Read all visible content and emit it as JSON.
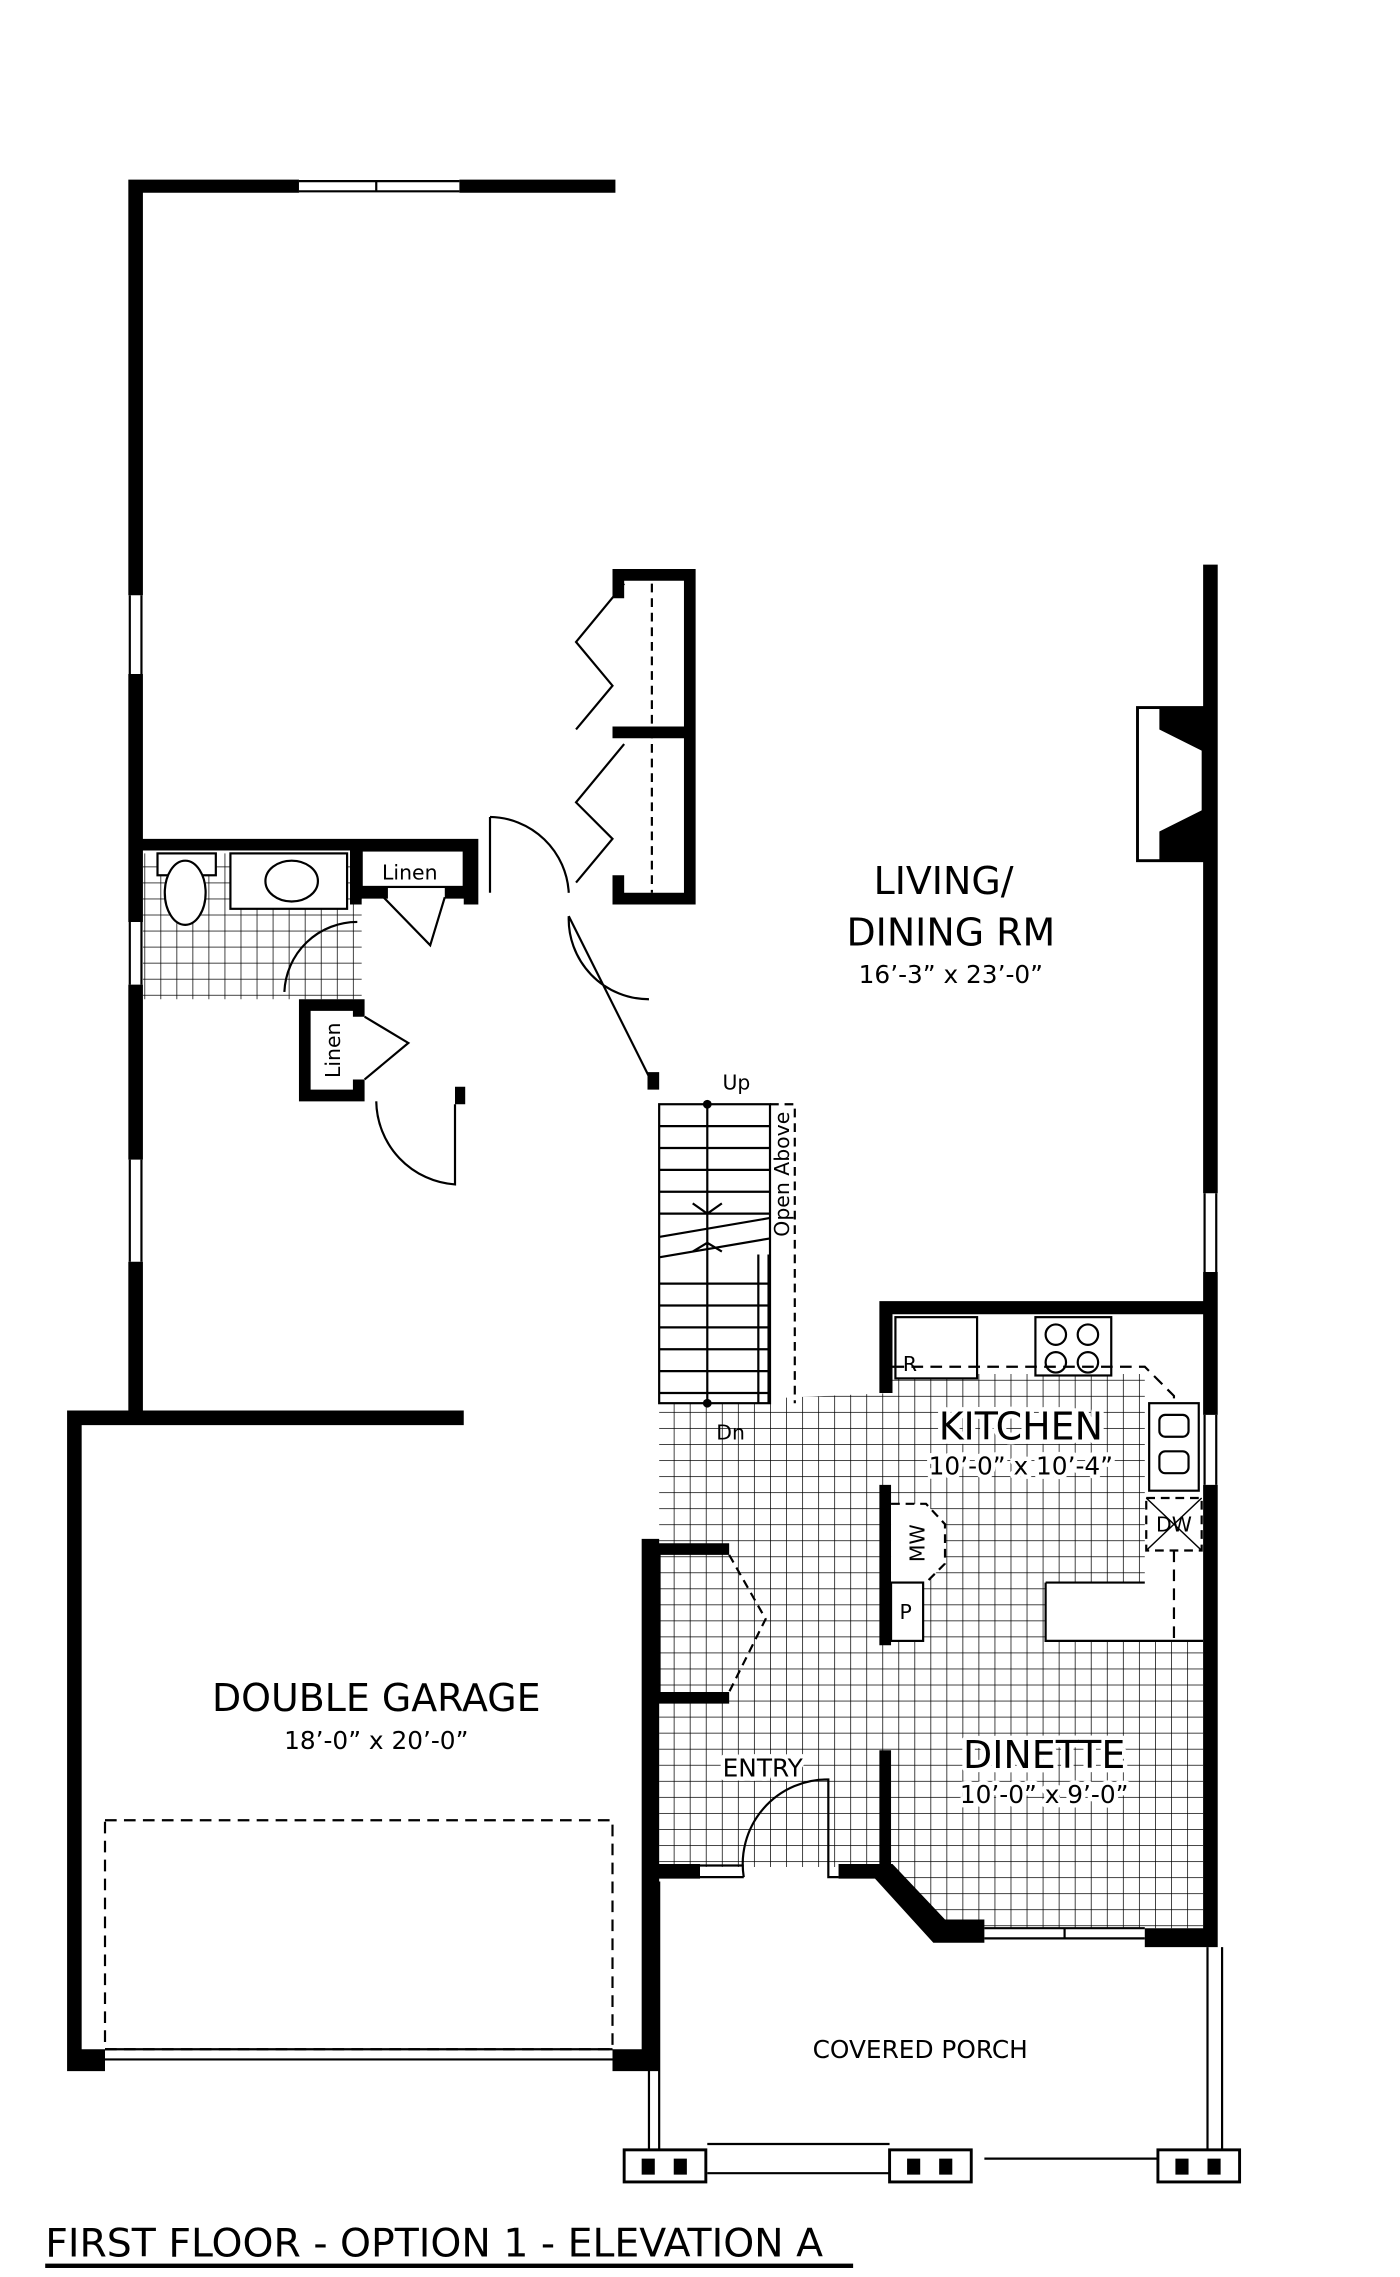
{
  "plan": {
    "title": "FIRST FLOOR - OPTION 1 - ELEVATION A",
    "rooms": {
      "living": {
        "name_line1": "LIVING/",
        "name_line2": "DINING RM",
        "size": "16’-3” x 23’-0”"
      },
      "kitchen": {
        "name": "KITCHEN",
        "size": "10’-0” x 10’-4”"
      },
      "dinette": {
        "name": "DINETTE",
        "size": "10’-0” x 9’-0”"
      },
      "garage": {
        "name": "DOUBLE GARAGE",
        "size": "18’-0” x 20’-0”"
      },
      "entry": {
        "name": "ENTRY"
      },
      "porch": {
        "name": "COVERED PORCH"
      }
    },
    "labels": {
      "linen_top": "Linen",
      "linen_side": "Linen",
      "stair_up": "Up",
      "stair_dn": "Dn",
      "open_above": "Open Above",
      "refrigerator": "R",
      "microwave": "MW",
      "pantry": "P",
      "dishwasher": "DW"
    }
  }
}
